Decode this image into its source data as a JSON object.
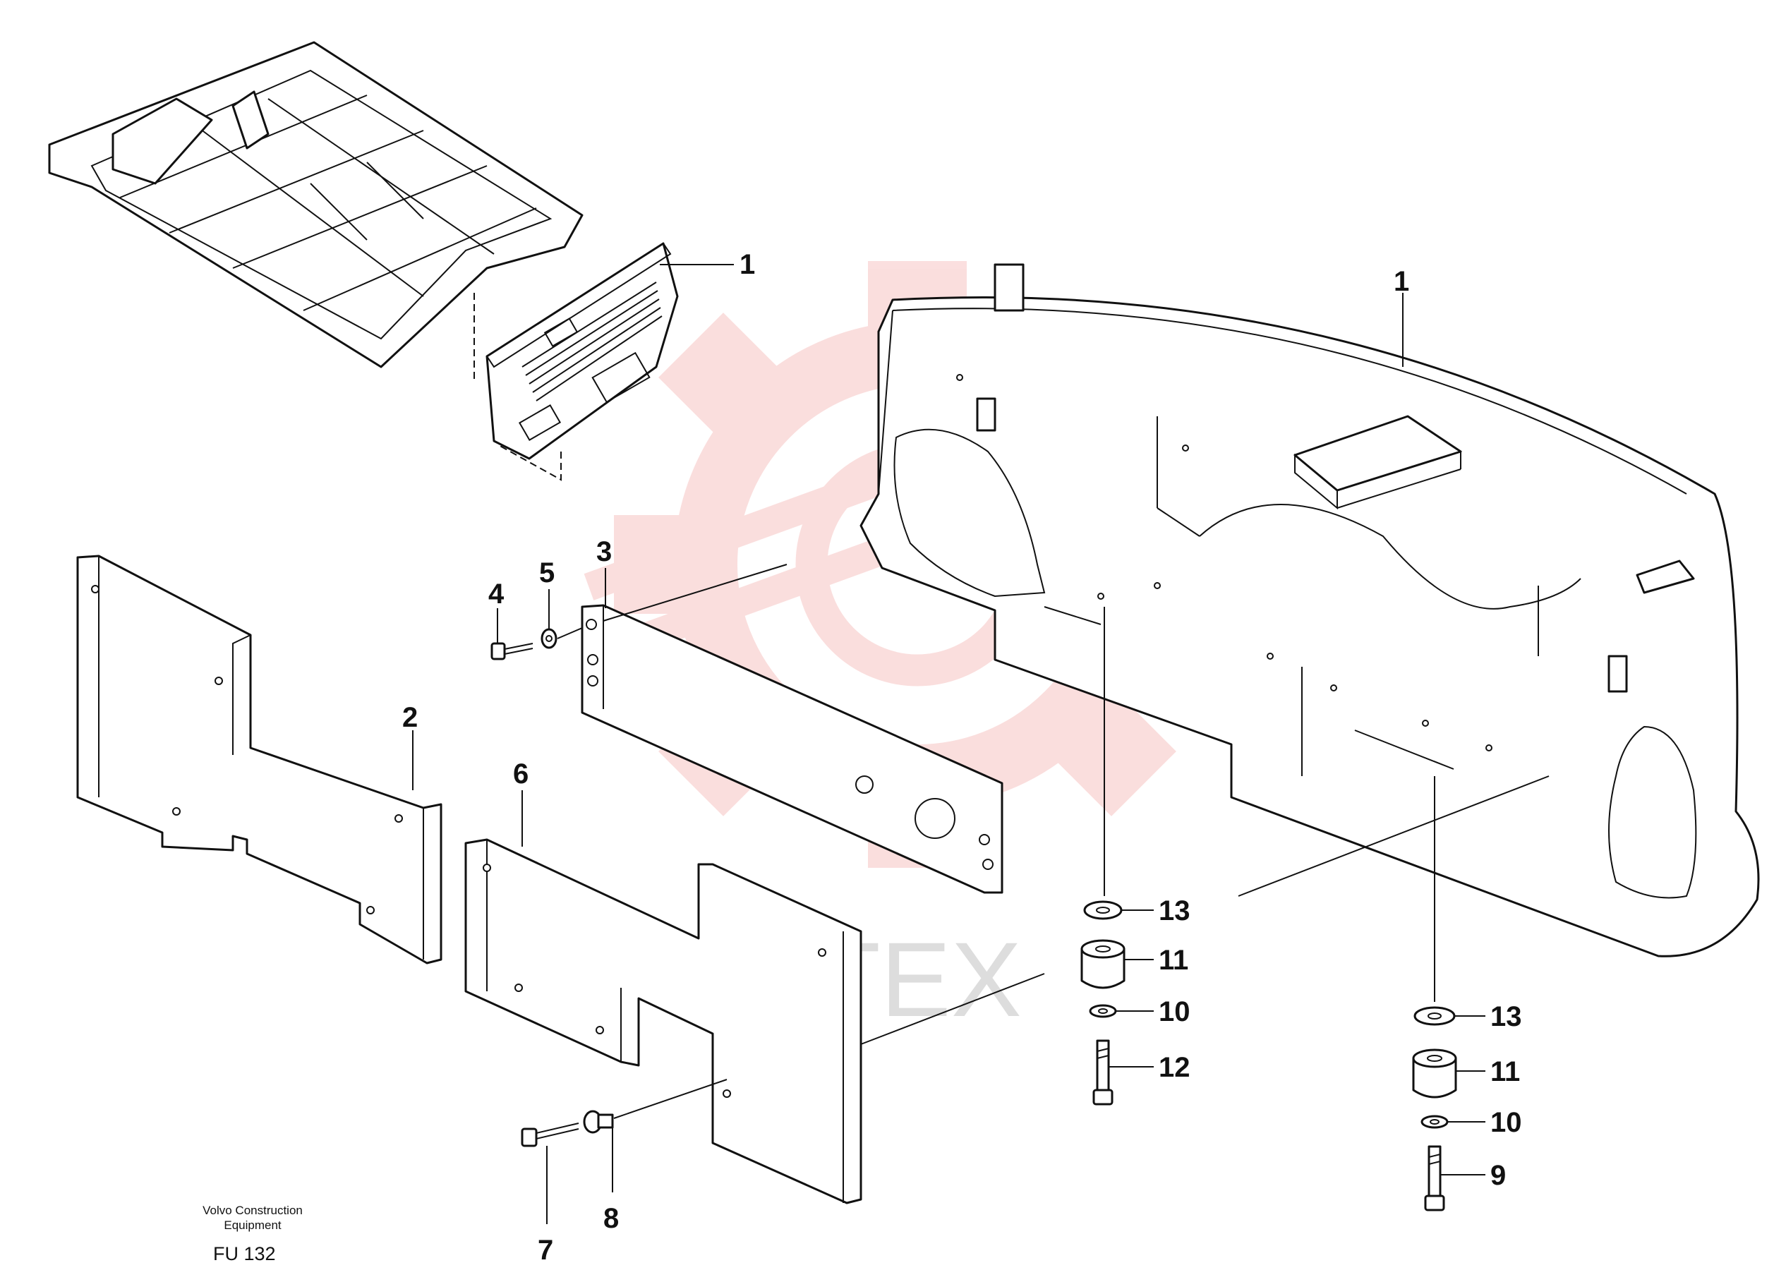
{
  "callouts": {
    "c1_left": "1",
    "c1_right": "1",
    "c2": "2",
    "c3": "3",
    "c4": "4",
    "c5": "5",
    "c6": "6",
    "c7": "7",
    "c8": "8",
    "c9": "9",
    "c10_a": "10",
    "c10_b": "10",
    "c11_a": "11",
    "c11_b": "11",
    "c12": "12",
    "c13_a": "13",
    "c13_b": "13"
  },
  "caption": {
    "line1": "Volvo Construction",
    "line2": "Equipment",
    "code": "FU 132"
  },
  "watermark": {
    "text": "ИНТЕХ",
    "color": "#e53935"
  }
}
